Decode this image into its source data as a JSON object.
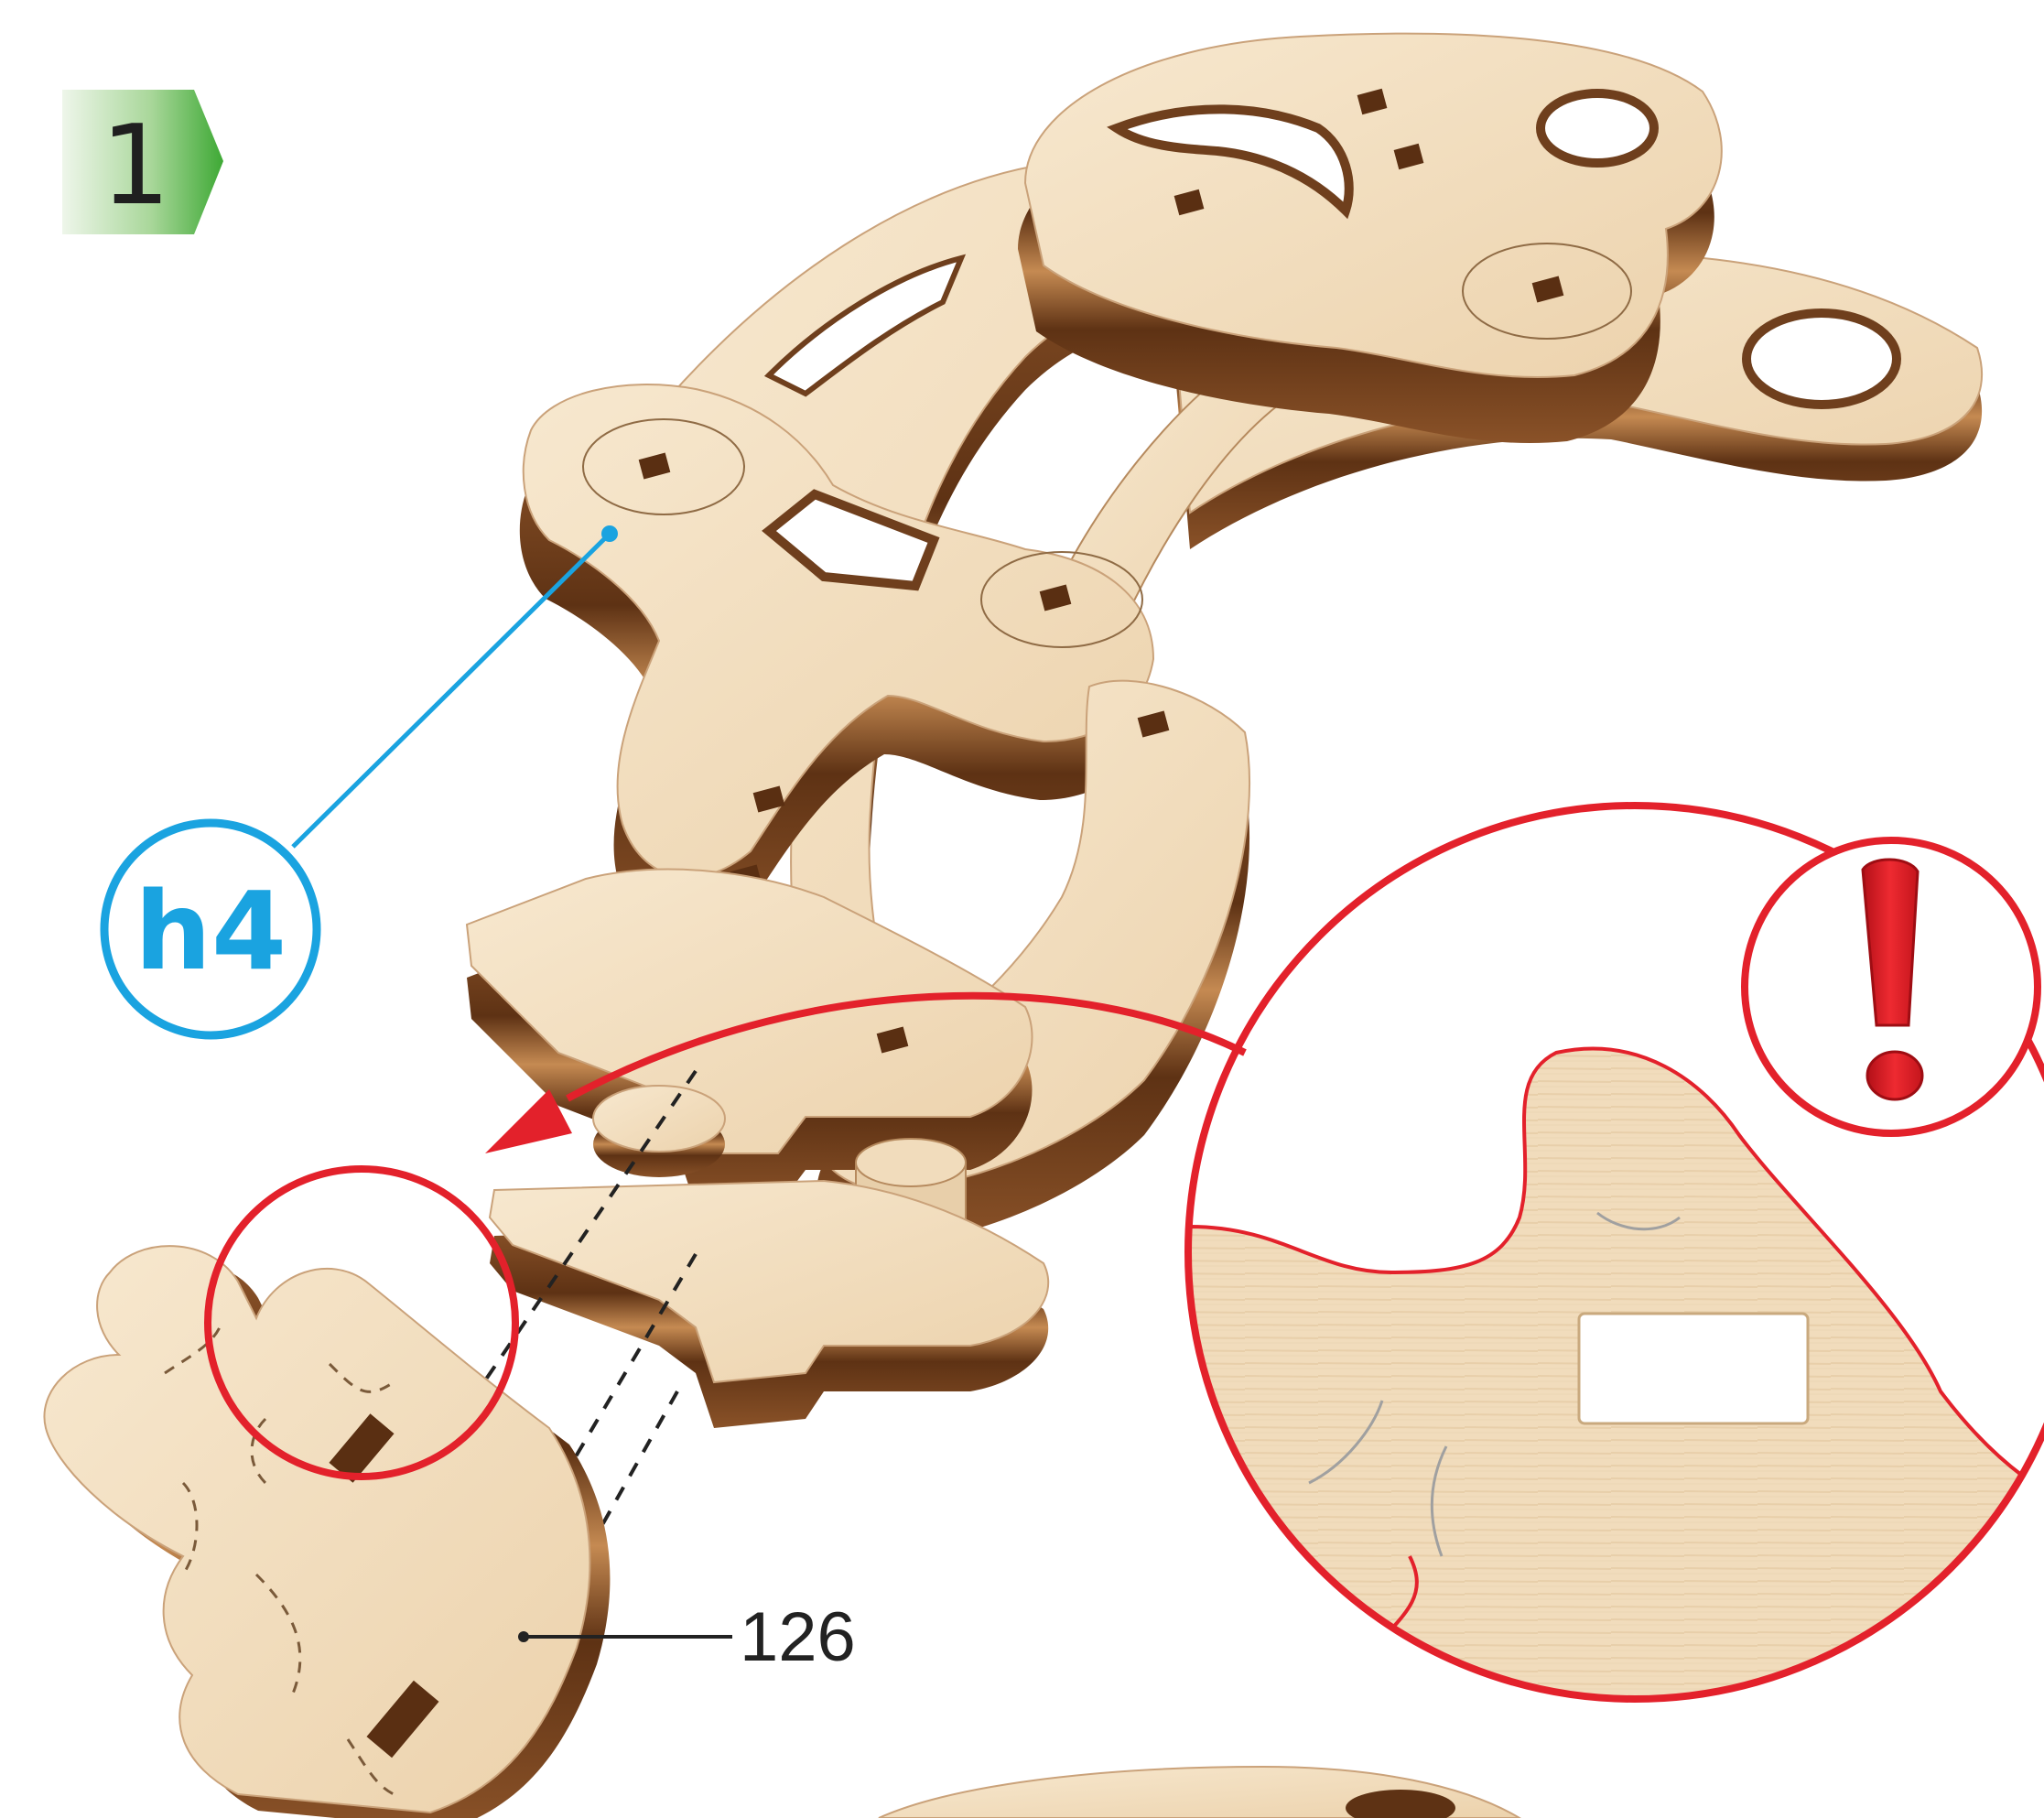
{
  "step": {
    "number": "1"
  },
  "callout": {
    "label": "h4"
  },
  "part": {
    "number": "126"
  },
  "colors": {
    "wood_face": "#f1dcbc",
    "wood_edge_dark": "#6f3f1d",
    "wood_edge_light": "#c98a54",
    "hole": "#ffffff",
    "attention_red": "#e3212b",
    "callout_blue": "#1aa3e0",
    "step_green": "#58b947",
    "step_green_light": "#e7f3e3",
    "line_dark": "#222222"
  },
  "icons": {
    "warning": "exclamation-icon",
    "pointer": "curved-arrow-icon"
  }
}
